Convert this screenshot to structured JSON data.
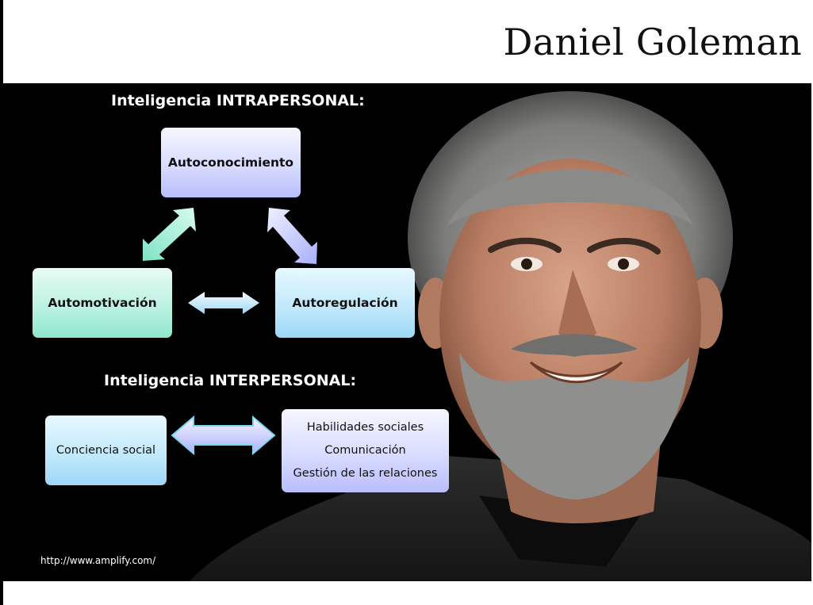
{
  "slide": {
    "title": "Daniel Goleman",
    "source_url": "http://www.amplify.com/"
  },
  "intrapersonal": {
    "heading": "Inteligencia INTRAPERSONAL:",
    "top_box": "Autoconocimiento",
    "left_box": "Automotivación",
    "right_box": "Autoregulación"
  },
  "interpersonal": {
    "heading": "Inteligencia INTERPERSONAL:",
    "left_box": "Conciencia social",
    "right_box_lines": [
      "Habilidades sociales",
      "Comunicación",
      "Gestión de las relaciones"
    ]
  },
  "colors": {
    "panel_background": "#000000",
    "purple_box": "#c9cdfd",
    "green_box": "#a6ecd7",
    "blue_box": "#b1e2f9"
  }
}
